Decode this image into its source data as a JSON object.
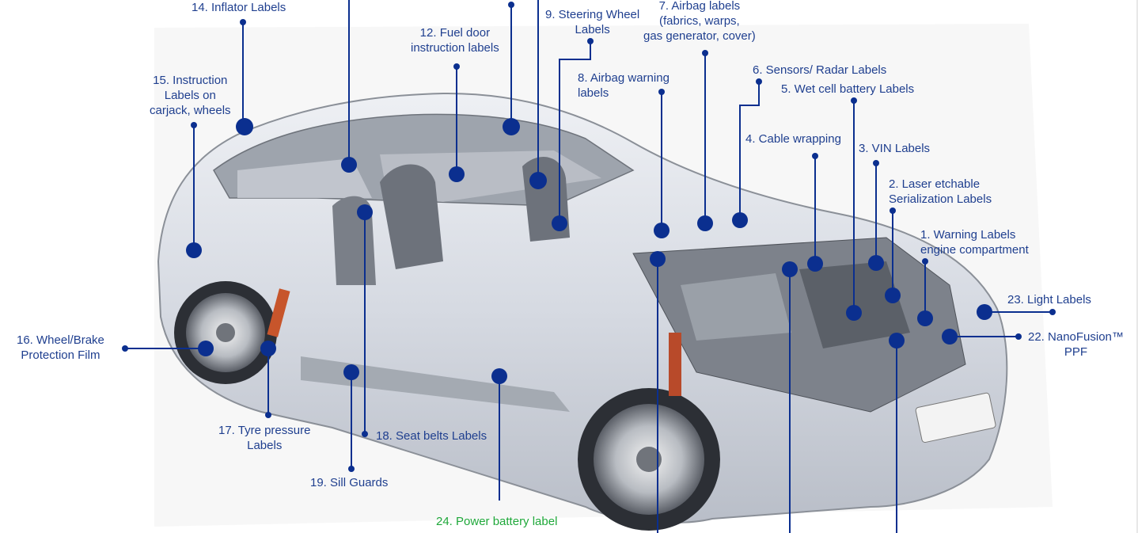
{
  "labels": {
    "l1": "1. Warning Labels\nengine compartment",
    "l2": "2. Laser  etchable\nSerialization Labels",
    "l3": "3. VIN Labels",
    "l4": "4. Cable wrapping",
    "l5": "5. Wet cell battery Labels",
    "l6": "6. Sensors/ Radar Labels",
    "l7": "7. Airbag labels\n(fabrics, warps,\ngas generator, cover)",
    "l8": "8. Airbag warning\nlabels",
    "l9": "9. Steering Wheel\nLabels",
    "l12": "12. Fuel door\ninstruction labels",
    "l14": "14. Inflator Labels",
    "l15": "15. Instruction\nLabels on\ncarjack, wheels",
    "l16": "16. Wheel/Brake\nProtection Film",
    "l17": "17. Tyre pressure\nLabels",
    "l18": "18. Seat belts Labels",
    "l19": "19. Sill Guards",
    "l22": "22. NanoFusion™\nPPF",
    "l23": "23. Light Labels",
    "l24": "24. Power battery label"
  },
  "colors": {
    "marker": "#0b2f8f",
    "label": "#1f3f8f",
    "highlight": "#1fa83a"
  }
}
